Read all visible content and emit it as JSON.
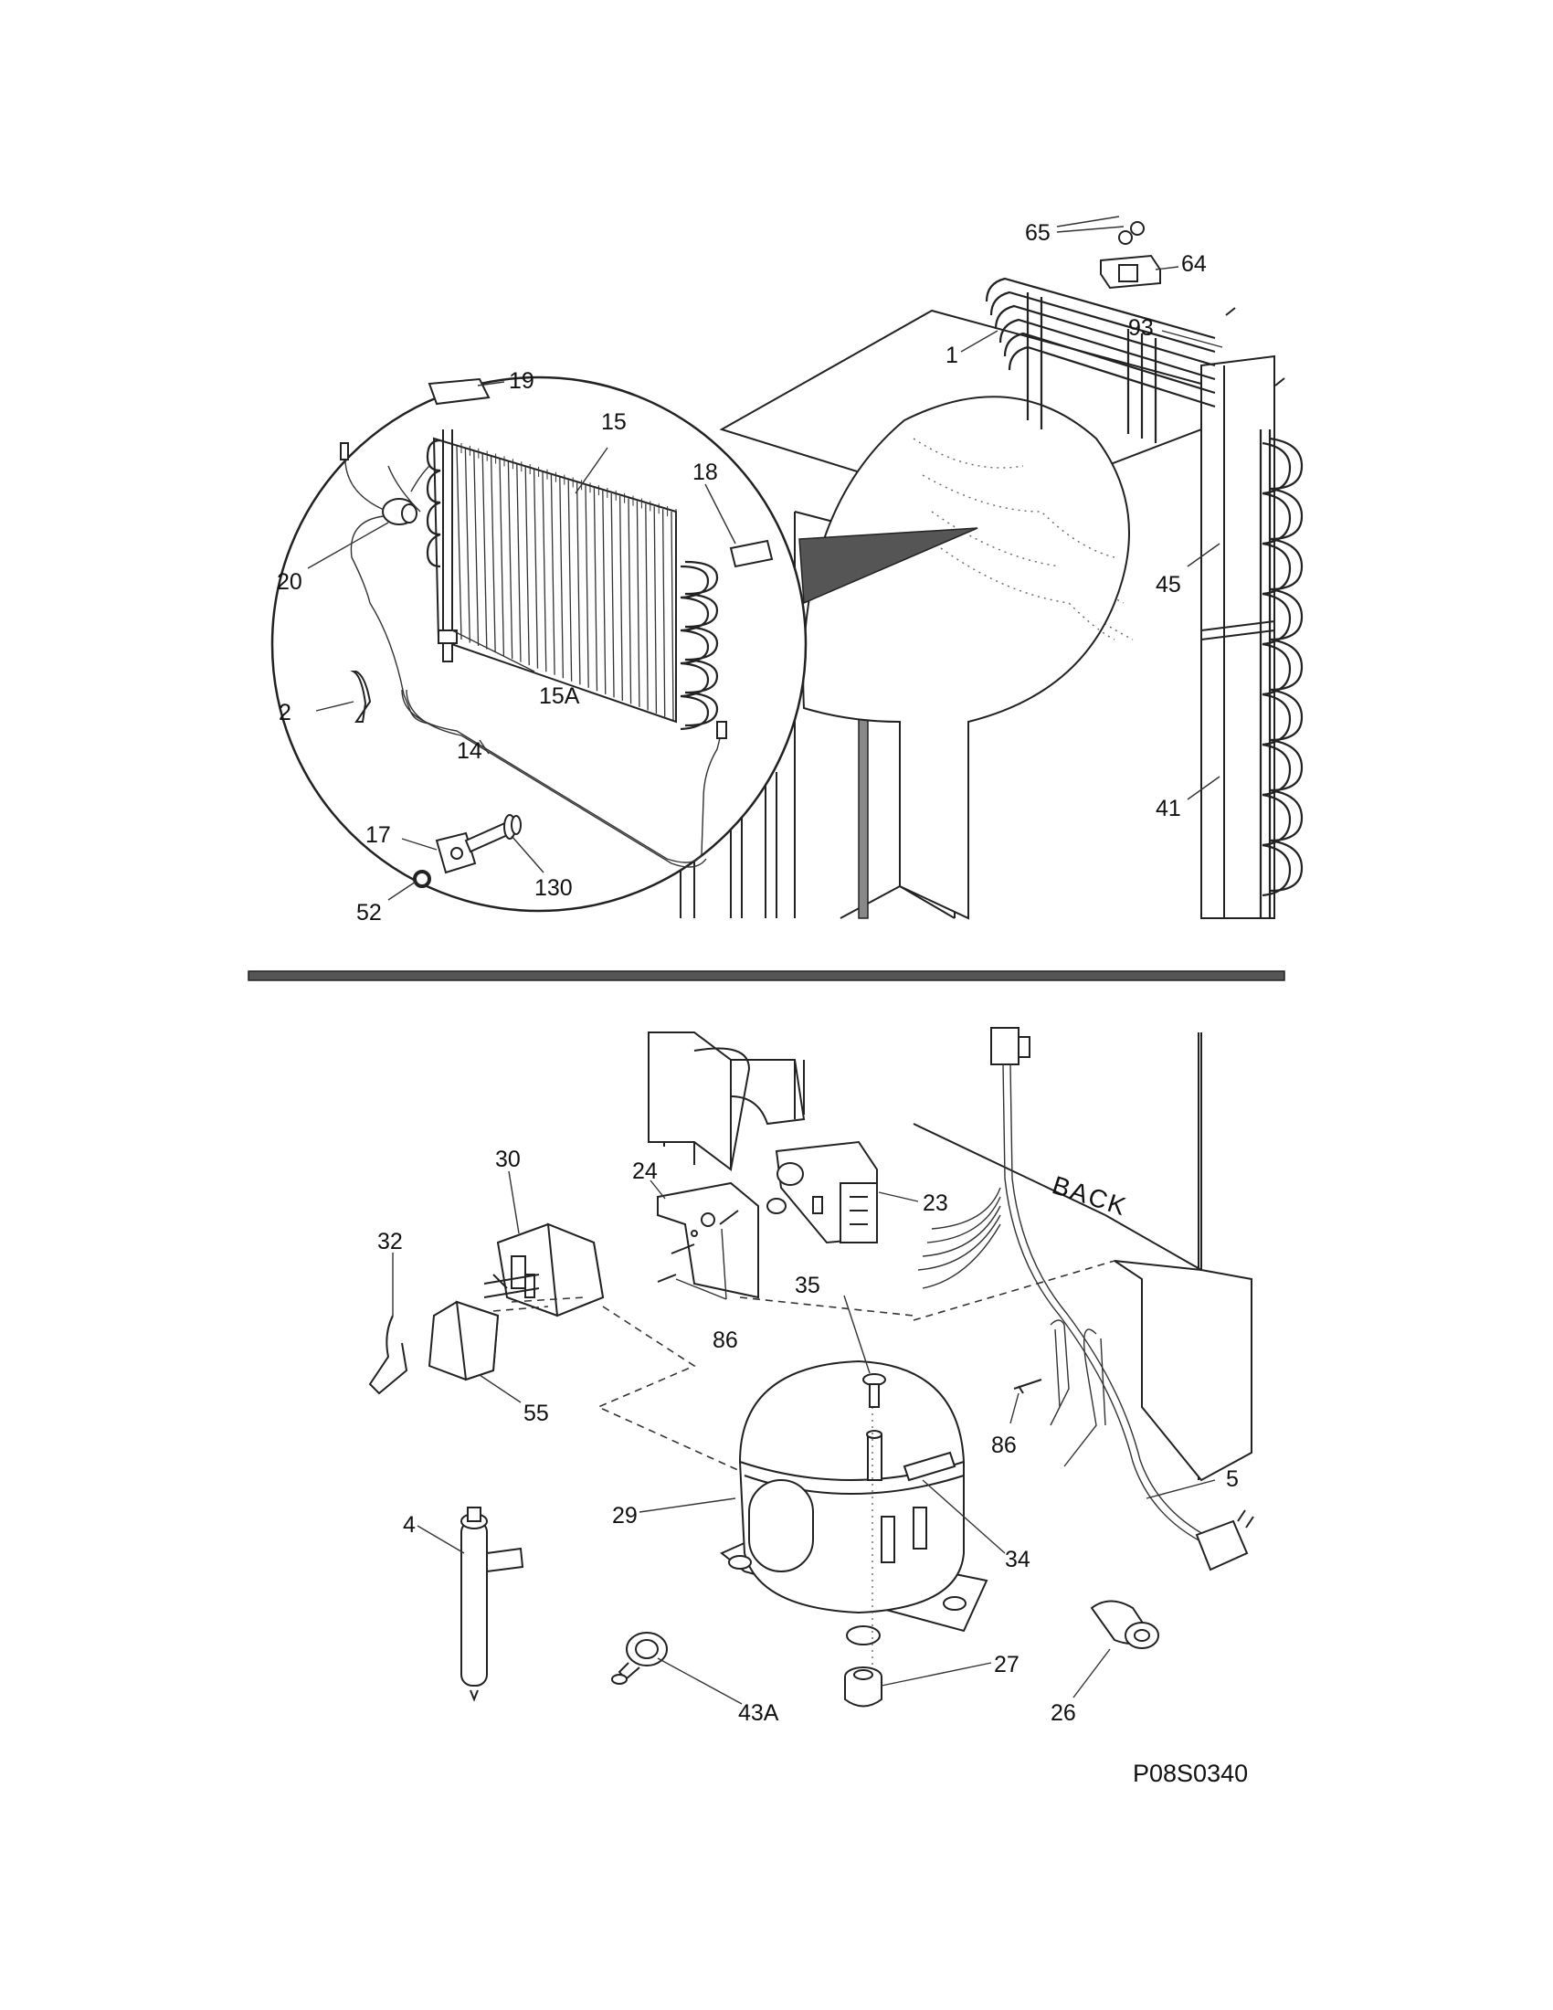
{
  "diagram": {
    "drawing_code": "P08S0340",
    "back_text": "BACK",
    "callouts": {
      "c65": "65",
      "c64": "64",
      "c93": "93",
      "c1": "1",
      "c19": "19",
      "c15": "15",
      "c18": "18",
      "c20": "20",
      "c15A": "15A",
      "c2": "2",
      "c14": "14",
      "c45": "45",
      "c41": "41",
      "c17": "17",
      "c130": "130",
      "c52": "52",
      "c30": "30",
      "c24": "24",
      "c23": "23",
      "c32": "32",
      "c35": "35",
      "c86a": "86",
      "c55": "55",
      "c86b": "86",
      "c5": "5",
      "c29": "29",
      "c4": "4",
      "c34": "34",
      "c27": "27",
      "c43A": "43A",
      "c26": "26"
    }
  }
}
